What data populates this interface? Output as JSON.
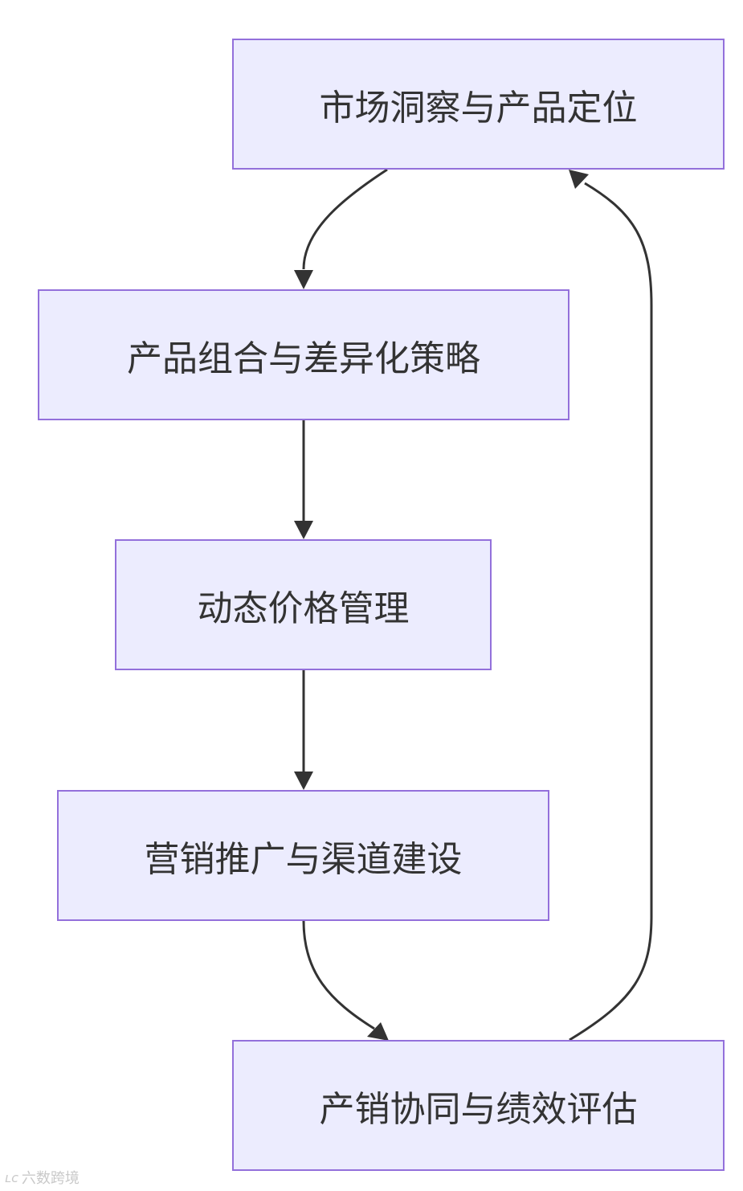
{
  "nodes": {
    "n1": "市场洞察与产品定位",
    "n2": "产品组合与差异化策略",
    "n3": "动态价格管理",
    "n4": "营销推广与渠道建设",
    "n5": "产销协同与绩效评估"
  },
  "edges": [
    {
      "from": "n1",
      "to": "n2"
    },
    {
      "from": "n2",
      "to": "n3"
    },
    {
      "from": "n3",
      "to": "n4"
    },
    {
      "from": "n4",
      "to": "n5"
    },
    {
      "from": "n5",
      "to": "n1"
    }
  ],
  "colors": {
    "node_fill": "#ececfe",
    "node_border": "#9370db",
    "edge": "#333333",
    "text": "#333333"
  },
  "watermark": {
    "logo_mark": "ʟᴄ",
    "text": "六数跨境"
  }
}
